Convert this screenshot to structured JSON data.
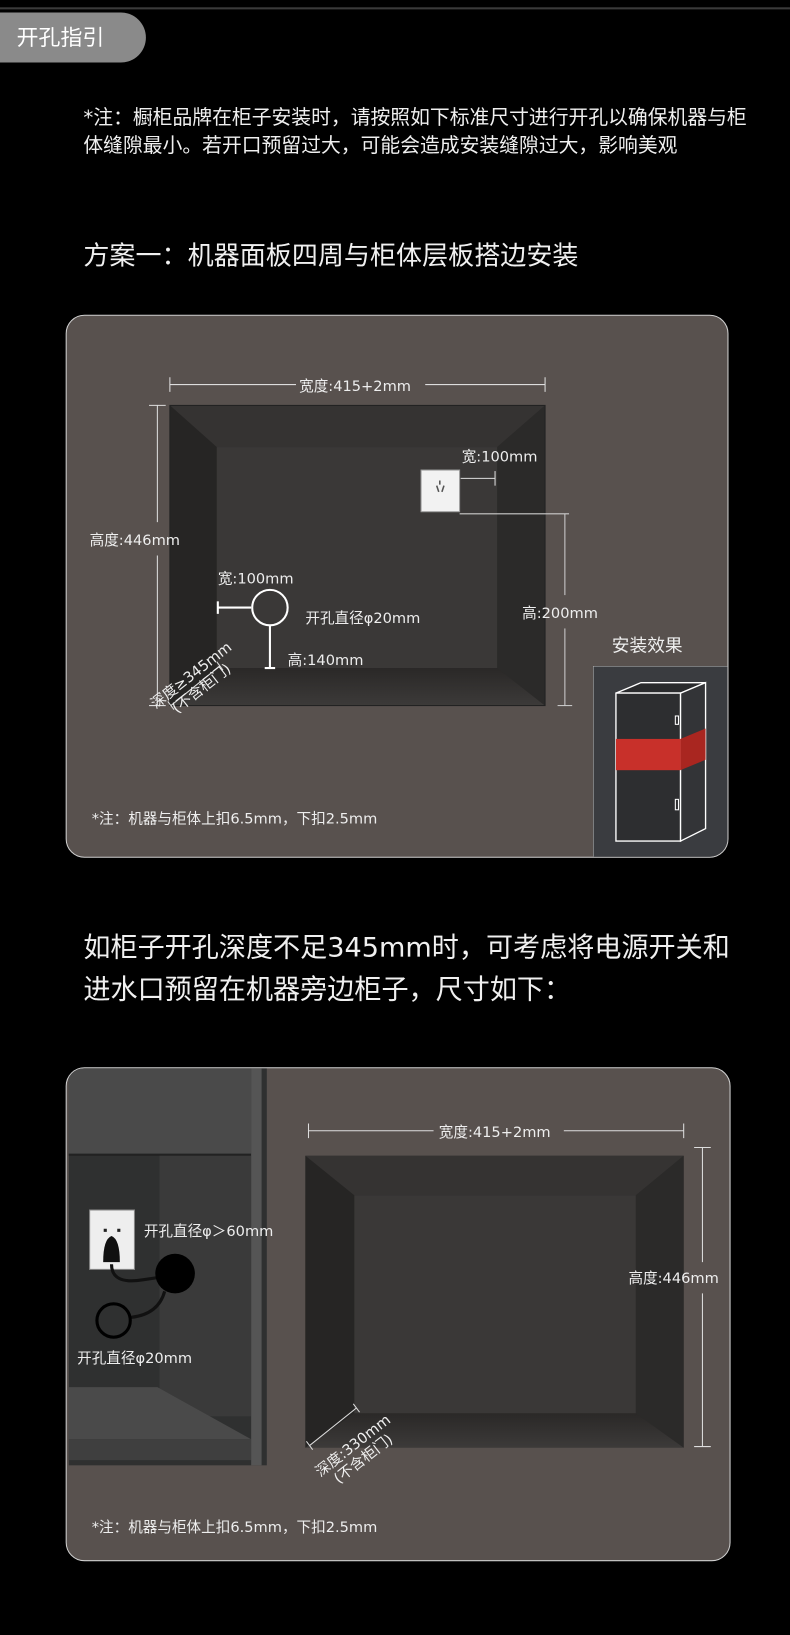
{
  "header": {
    "title": "开孔指引"
  },
  "intro_note": "*注：橱柜品牌在柜子安装时，请按照如下标准尺寸进行开孔以确保机器与柜体缝隙最小。若开口预留过大，可能会造成安装缝隙过大，影响美观",
  "scheme1": {
    "heading": "方案一：机器面板四周与柜体层板搭边安装",
    "width_label": "宽度:415+2mm",
    "height_label": "高度:446mm",
    "socket_width_label": "宽:100mm",
    "socket_height_label": "高:200mm",
    "hole_width_label": "宽:100mm",
    "hole_diameter_label": "开孔直径φ20mm",
    "hole_height_label": "高:140mm",
    "depth_label": "深度≥345mm",
    "depth_note": "(不含柜门)",
    "effect_label": "安装效果",
    "footnote": "*注：机器与柜体上扣6.5mm，下扣2.5mm",
    "accent_color": "#c8302a"
  },
  "scheme2": {
    "heading": "如柜子开孔深度不足345mm时，可考虑将电源开关和进水口预留在机器旁边柜子，尺寸如下：",
    "socket_hole_label": "开孔直径φ＞60mm",
    "water_hole_label": "开孔直径φ20mm",
    "width_label": "宽度:415+2mm",
    "height_label": "高度:446mm",
    "depth_label": "深度:330mm",
    "depth_note": "(不含柜门)",
    "footnote": "*注：机器与柜体上扣6.5mm，下扣2.5mm"
  }
}
